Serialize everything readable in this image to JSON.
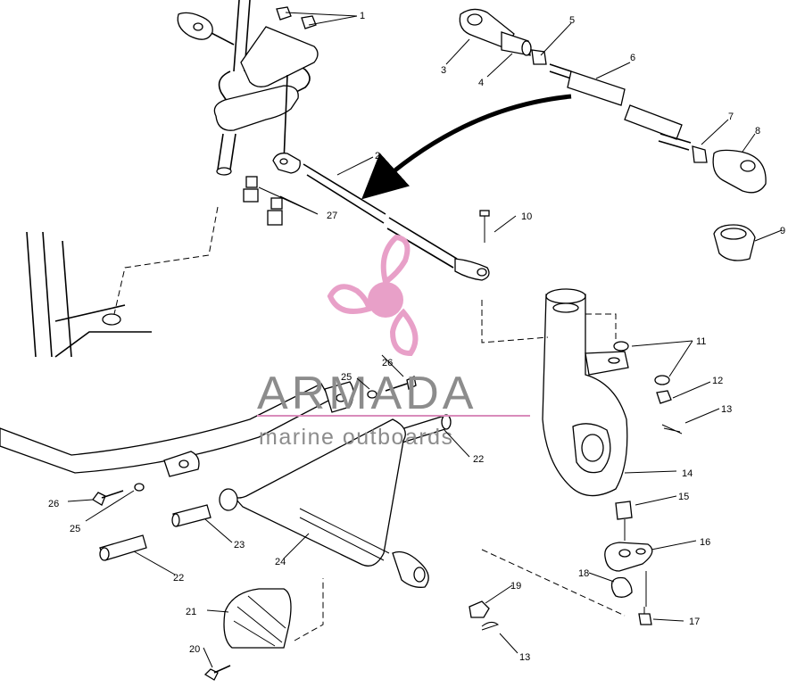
{
  "watermark": {
    "name": "ARMADA",
    "tagline": "marine outboards",
    "logo_color": "#e8a0c8",
    "text_color": "#8c8c8c",
    "underline_color": "#d98bbb"
  },
  "callouts": [
    "1",
    "2",
    "3",
    "4",
    "5",
    "6",
    "7",
    "8",
    "9",
    "10",
    "11",
    "12",
    "13",
    "14",
    "15",
    "16",
    "17",
    "18",
    "19",
    "20",
    "21",
    "22",
    "23",
    "24",
    "25",
    "26",
    "27",
    "13",
    "22",
    "25",
    "26"
  ]
}
